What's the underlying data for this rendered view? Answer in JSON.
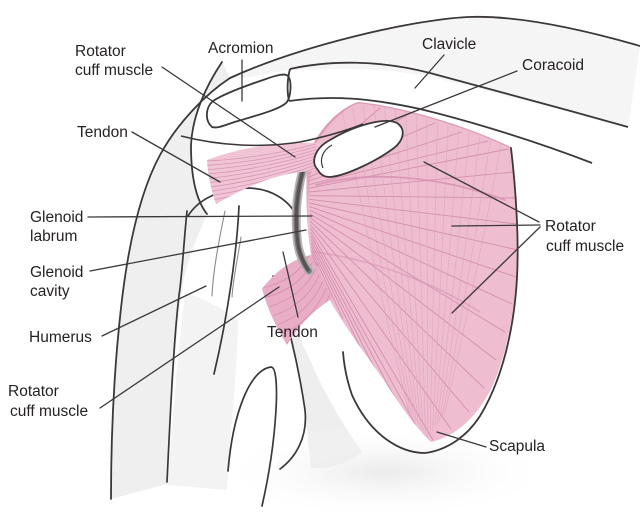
{
  "diagram": {
    "type": "anatomical-illustration",
    "subject": "Shoulder joint with rotator cuff muscles and tendons",
    "colors": {
      "outline": "#3c3839",
      "label_text": "#262223",
      "muscle_fill": "#eebdcf",
      "muscle_fiber": "#cf87a9",
      "labrum_dark": "#565253",
      "body_shade": "#f0efef",
      "background": "#ffffff"
    },
    "labels": [
      {
        "id": "rotator-cuff-muscle-top-left",
        "lines": [
          "Rotator",
          "cuff muscle"
        ]
      },
      {
        "id": "acromion",
        "lines": [
          "Acromion"
        ]
      },
      {
        "id": "clavicle",
        "lines": [
          "Clavicle"
        ]
      },
      {
        "id": "coracoid",
        "lines": [
          "Coracoid"
        ]
      },
      {
        "id": "tendon-left",
        "lines": [
          "Tendon"
        ]
      },
      {
        "id": "glenoid-labrum",
        "lines": [
          "Glenoid",
          "labrum"
        ]
      },
      {
        "id": "glenoid-cavity",
        "lines": [
          "Glenoid",
          "cavity"
        ]
      },
      {
        "id": "humerus",
        "lines": [
          "Humerus"
        ]
      },
      {
        "id": "rotator-cuff-muscle-bottom-left",
        "lines": [
          "Rotator",
          "cuff muscle"
        ]
      },
      {
        "id": "tendon-bottom",
        "lines": [
          "Tendon"
        ]
      },
      {
        "id": "rotator-cuff-muscle-right",
        "lines": [
          "Rotator",
          "cuff muscle"
        ]
      },
      {
        "id": "scapula",
        "lines": [
          "Scapula"
        ]
      }
    ]
  }
}
